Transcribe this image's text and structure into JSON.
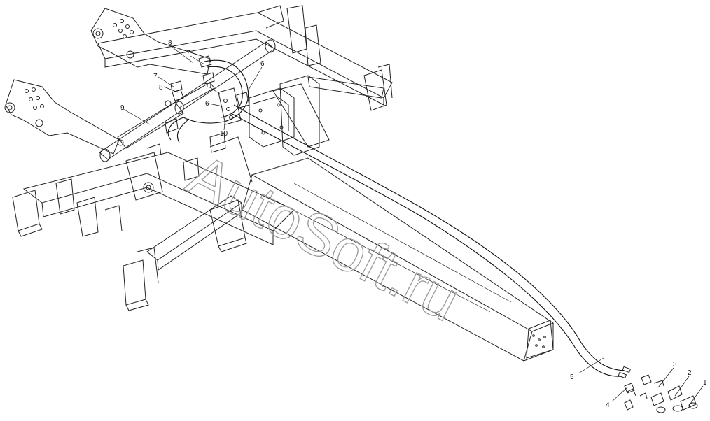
{
  "watermark": "AutoSoft.ru",
  "callouts": [
    {
      "id": "c1",
      "text": "1"
    },
    {
      "id": "c2",
      "text": "2"
    },
    {
      "id": "c3",
      "text": "3"
    },
    {
      "id": "c4",
      "text": "4"
    },
    {
      "id": "c5",
      "text": "5"
    },
    {
      "id": "c6a",
      "text": "6"
    },
    {
      "id": "c6b",
      "text": "6"
    },
    {
      "id": "c7a",
      "text": "7"
    },
    {
      "id": "c7b",
      "text": "7"
    },
    {
      "id": "c8a",
      "text": "8"
    },
    {
      "id": "c8b",
      "text": "8"
    },
    {
      "id": "c9",
      "text": "9"
    },
    {
      "id": "c10",
      "text": "10"
    },
    {
      "id": "c11",
      "text": "11"
    }
  ]
}
